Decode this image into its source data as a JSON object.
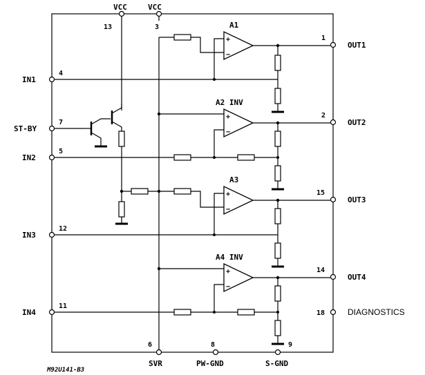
{
  "supply": {
    "vcc1": "VCC",
    "vcc2": "VCC"
  },
  "pins": {
    "p13": "13",
    "p3": "3",
    "p1": "1",
    "p2": "2",
    "p15": "15",
    "p14": "14",
    "p18": "18",
    "p4": "4",
    "p7": "7",
    "p5": "5",
    "p12": "12",
    "p11": "11",
    "p6": "6",
    "p8": "8",
    "p9": "9"
  },
  "inputs": {
    "in1": "IN1",
    "stby": "ST-BY",
    "in2": "IN2",
    "in3": "IN3",
    "in4": "IN4"
  },
  "outputs": {
    "out1": "OUT1",
    "out2": "OUT2",
    "out3": "OUT3",
    "out4": "OUT4",
    "diag": "DIAGNOSTICS"
  },
  "amplifiers": {
    "a1": "A1",
    "a2": "A2 INV",
    "a3": "A3",
    "a4": "A4 INV"
  },
  "bottom": {
    "svr": "SVR",
    "pwgnd": "PW-GND",
    "sgnd": "S-GND"
  },
  "figure_code": "M92U141-B3"
}
